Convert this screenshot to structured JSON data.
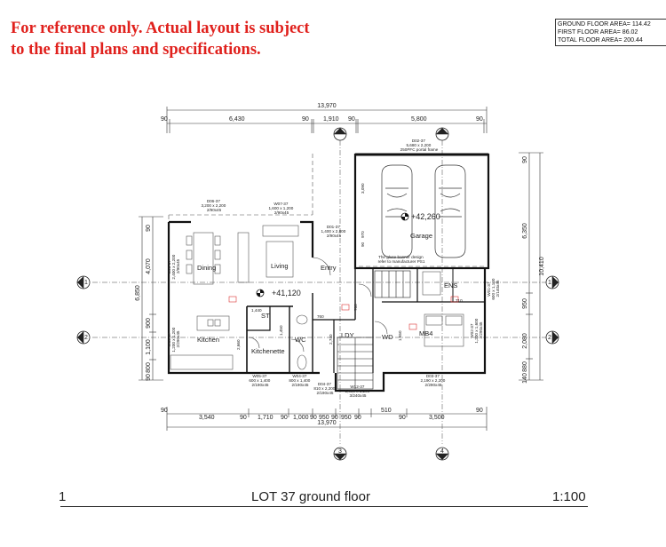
{
  "disclaimer": {
    "line1": "For reference only. Actual layout is subject",
    "line2": "to the final plans and specifications."
  },
  "areas": {
    "ground": "GROUND FLOOR AREA= 114.42",
    "first": "FIRST FLOOR AREA= 86.02",
    "total": "TOTAL FLOOR AREA= 200.44"
  },
  "dimensions": {
    "top_overall": "13,970",
    "top_segments": [
      "90",
      "6,430",
      "90",
      "1,910",
      "90",
      "5,800",
      "90"
    ],
    "bottom_segments": [
      "90",
      "3,540",
      "90",
      "1,710",
      "90",
      "1,000",
      "90",
      "950",
      "90",
      "950",
      "90",
      "510",
      "90",
      "3,500",
      "90"
    ],
    "bottom_overall": "13,970",
    "left_overall": "6,850",
    "left_segments": [
      "90",
      "4,070",
      "900",
      "1,100",
      "800",
      "90"
    ],
    "right_overall": "10,410",
    "right_segments": [
      "90",
      "6,350",
      "950",
      "2,080",
      "880",
      "140"
    ]
  },
  "grid": {
    "top_bubbles": [
      "3",
      "4"
    ],
    "bottom_bubbles": [
      "3",
      "4"
    ],
    "left_bubbles": [
      "1",
      "2"
    ],
    "right_bubbles": [
      "1",
      "2"
    ]
  },
  "rooms": {
    "garage": "Garage",
    "dining": "Dining",
    "living": "Living",
    "entry": "Entry",
    "kitchen": "Kitchen",
    "kitchenette": "Kitchenette",
    "st": "ST",
    "wc": "WC",
    "ldy": "LDY",
    "wd": "WD",
    "mb4": "MB4",
    "ens": "ENS"
  },
  "levels": {
    "garage": "+42,260",
    "main": "+41,120"
  },
  "notes": {
    "garage_door": [
      "D02-37",
      "5,680 x 2,200",
      "250PFC portal frame"
    ],
    "garage_notes": [
      "The gluse banner design",
      "refer to manufacturer PS1"
    ],
    "d06": [
      "D06-37",
      "3,200 x 2,200",
      "2/90x45"
    ],
    "w07": [
      "W07-37",
      "1,600 x 1,200",
      "2/90x45"
    ],
    "d01": [
      "D01-37",
      "1,400 x 2,800",
      "2/90x45"
    ],
    "d06_side": [
      "D06-37",
      "2,400 x 2,200",
      "2/90x45"
    ],
    "w06": [
      "W06-37",
      "1,200 x 1,200",
      "2/290x45"
    ],
    "w05": [
      "W05-37",
      "600 x 1,400",
      "2/190x45"
    ],
    "w04": [
      "W04-37",
      "800 x 1,400",
      "2/190x45"
    ],
    "d04": [
      "D04-37",
      "810 x 2,200",
      "2/190x45"
    ],
    "w12": [
      "W12-37",
      "1,600 x 3,200",
      "3/240x45"
    ],
    "d03": [
      "D03-37",
      "2,190 x 2,200",
      "2/290x45"
    ],
    "w02": [
      "W02-37",
      "1,200 x 1,600",
      "2/290x45"
    ],
    "w01": [
      "W01-37",
      "600 x 1,100",
      "2/140x45"
    ],
    "garage_dims": [
      "3,090",
      "970",
      "90"
    ],
    "small": [
      "1,440",
      "2,660",
      "760",
      "760",
      "2,740",
      "1,550",
      "710",
      "1,450"
    ]
  },
  "title": {
    "number": "1",
    "text": "LOT 37 ground floor",
    "scale": "1:100"
  }
}
